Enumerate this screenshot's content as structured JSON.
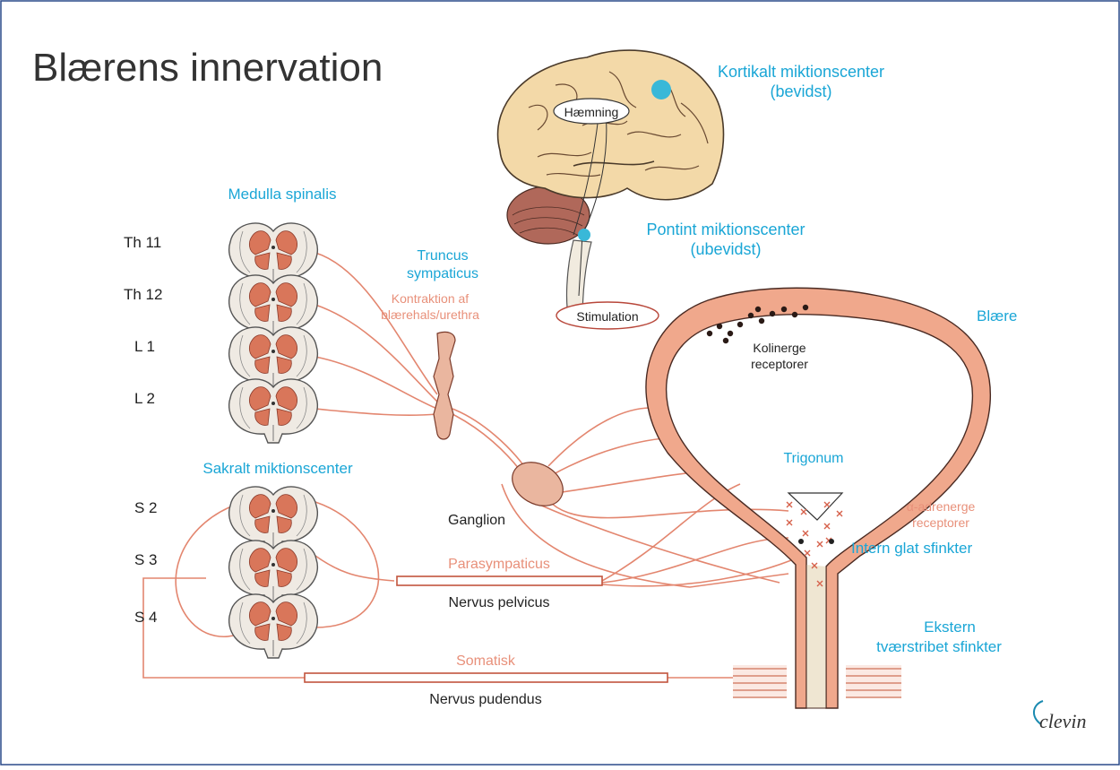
{
  "title": "Blærens innervation",
  "colors": {
    "frame": "#2a4a8a",
    "label_blue": "#1aa6d6",
    "label_salmon": "#e8907a",
    "nerve": "#e3866f",
    "brain": "#f3d9a8",
    "bladder_wall": "#f0a88c",
    "marker": "#39b8d8"
  },
  "brain": {
    "cortical_label_1": "Kortikalt miktionscenter",
    "cortical_label_2": "(bevidst)",
    "inhibition": "Hæmning",
    "pontine_label_1": "Pontint miktionscenter",
    "pontine_label_2": "(ubevidst)",
    "stimulation": "Stimulation"
  },
  "spinal": {
    "heading": "Medulla spinalis",
    "levels": [
      "Th 11",
      "Th 12",
      "L 1",
      "L 2"
    ],
    "sacral_heading": "Sakralt miktionscenter",
    "sacral_levels": [
      "S 2",
      "S 3",
      "S 4"
    ]
  },
  "sympathetic": {
    "trunk_1": "Truncus",
    "trunk_2": "sympaticus",
    "effect_1": "Kontraktion af",
    "effect_2": "blærehals/urethra",
    "ganglion": "Ganglion"
  },
  "parasympathetic": {
    "label": "Parasympaticus",
    "nerve": "Nervus pelvicus"
  },
  "somatic": {
    "label": "Somatisk",
    "nerve": "Nervus pudendus"
  },
  "bladder": {
    "label": "Blære",
    "cholinergic_1": "Kolinerge",
    "cholinergic_2": "receptorer",
    "trigone": "Trigonum",
    "adrenergic_1": "α-adrenerge",
    "adrenergic_2": "receptorer",
    "internal_sphincter": "Intern glat sfinkter",
    "external_sphincter_1": "Ekstern",
    "external_sphincter_2": "tværstribet sfinkter"
  },
  "logo": "clevin"
}
